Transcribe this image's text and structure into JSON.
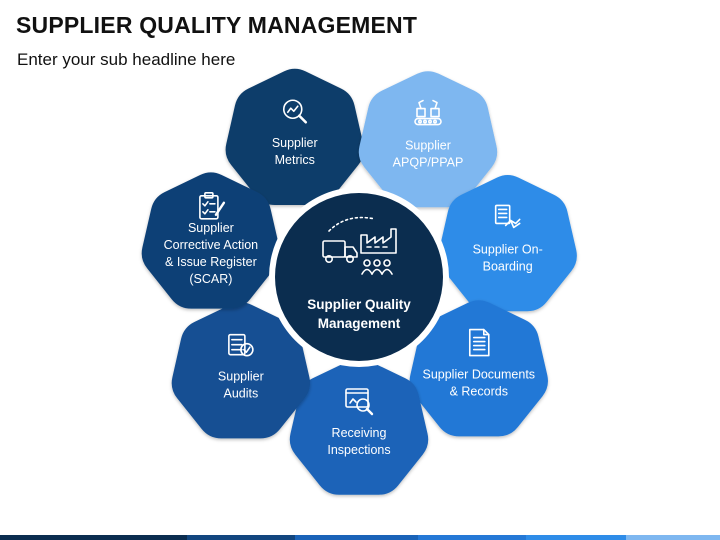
{
  "header": {
    "title": "SUPPLIER QUALITY MANAGEMENT",
    "subtitle": "Enter your sub headline here"
  },
  "center": {
    "lines": [
      "Supplier Quality",
      "Management"
    ],
    "icon": "truck-factory-people-icon",
    "color": "#0b2d4f"
  },
  "nodes": [
    {
      "lines": [
        "Supplier",
        "Metrics"
      ],
      "icon": "magnifier-chart-icon",
      "color": "#0e3d6b"
    },
    {
      "lines": [
        "Supplier",
        "APQP/PPAP"
      ],
      "icon": "conveyor-robot-icon",
      "color": "#7eb7f0"
    },
    {
      "lines": [
        "Supplier On-",
        "Boarding"
      ],
      "icon": "handshake-document-icon",
      "color": "#2e8ce8"
    },
    {
      "lines": [
        "Supplier Documents",
        "& Records"
      ],
      "icon": "document-icon",
      "color": "#2478d6"
    },
    {
      "lines": [
        "Receiving",
        "Inspections"
      ],
      "icon": "inspection-screen-icon",
      "color": "#1a63b8"
    },
    {
      "lines": [
        "Supplier",
        "Audits"
      ],
      "icon": "audit-checklist-icon",
      "color": "#134f93"
    },
    {
      "lines": [
        "Supplier",
        "Corrective Action",
        "& Issue Register",
        "(SCAR)"
      ],
      "icon": "clipboard-pen-icon",
      "color": "#0f3f76"
    }
  ],
  "footer_colors": [
    "#0b2d4f",
    "#12467f",
    "#1a63b8",
    "#2478d6",
    "#2e8ce8",
    "#7eb7f0"
  ]
}
